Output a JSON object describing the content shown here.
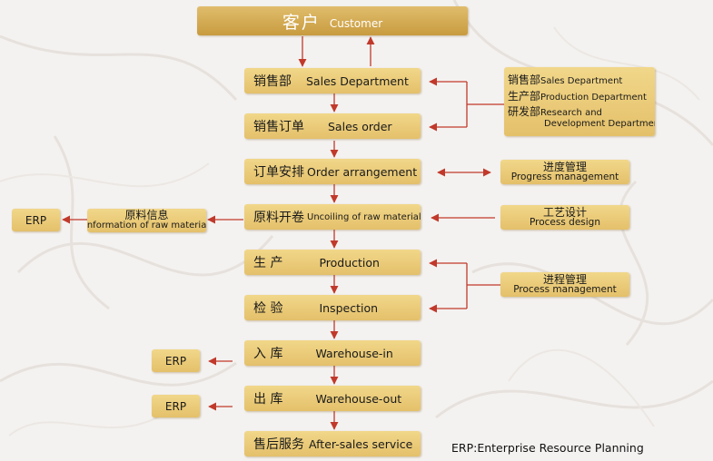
{
  "title": {
    "zh": "客户",
    "en": "Customer"
  },
  "steps": [
    {
      "zh": "销售部",
      "en": "Sales Department"
    },
    {
      "zh": "销售订单",
      "en": "Sales order"
    },
    {
      "zh": "订单安排",
      "en": "Order arrangement"
    },
    {
      "zh": "原料开卷",
      "en": "Uncoiling of raw material"
    },
    {
      "zh": "生 产",
      "en": "Production"
    },
    {
      "zh": "检 验",
      "en": "Inspection"
    },
    {
      "zh": "入 库",
      "en": "Warehouse-in"
    },
    {
      "zh": "出 库",
      "en": "Warehouse-out"
    },
    {
      "zh": "售后服务",
      "en": "After-sales service"
    }
  ],
  "departments": {
    "items": [
      {
        "zh": "销售部",
        "en": "Sales Department"
      },
      {
        "zh": "生产部",
        "en": "Production Department"
      },
      {
        "zh": "研发部",
        "en": "Research and",
        "en2": "Development Department"
      }
    ]
  },
  "side_boxes": {
    "progress": {
      "zh": "进度管理",
      "en": "Progress management"
    },
    "process_design": {
      "zh": "工艺设计",
      "en": "Process design"
    },
    "process_mgmt": {
      "zh": "进程管理",
      "en": "Process management"
    },
    "raw_info": {
      "zh": "原料信息",
      "en": "Information of raw material"
    }
  },
  "erp_label": "ERP",
  "footnote": "ERP:Enterprise Resource Planning",
  "colors": {
    "box": "#e9c877",
    "title_box": "#d4a94e",
    "arrow": "#c0392b"
  }
}
